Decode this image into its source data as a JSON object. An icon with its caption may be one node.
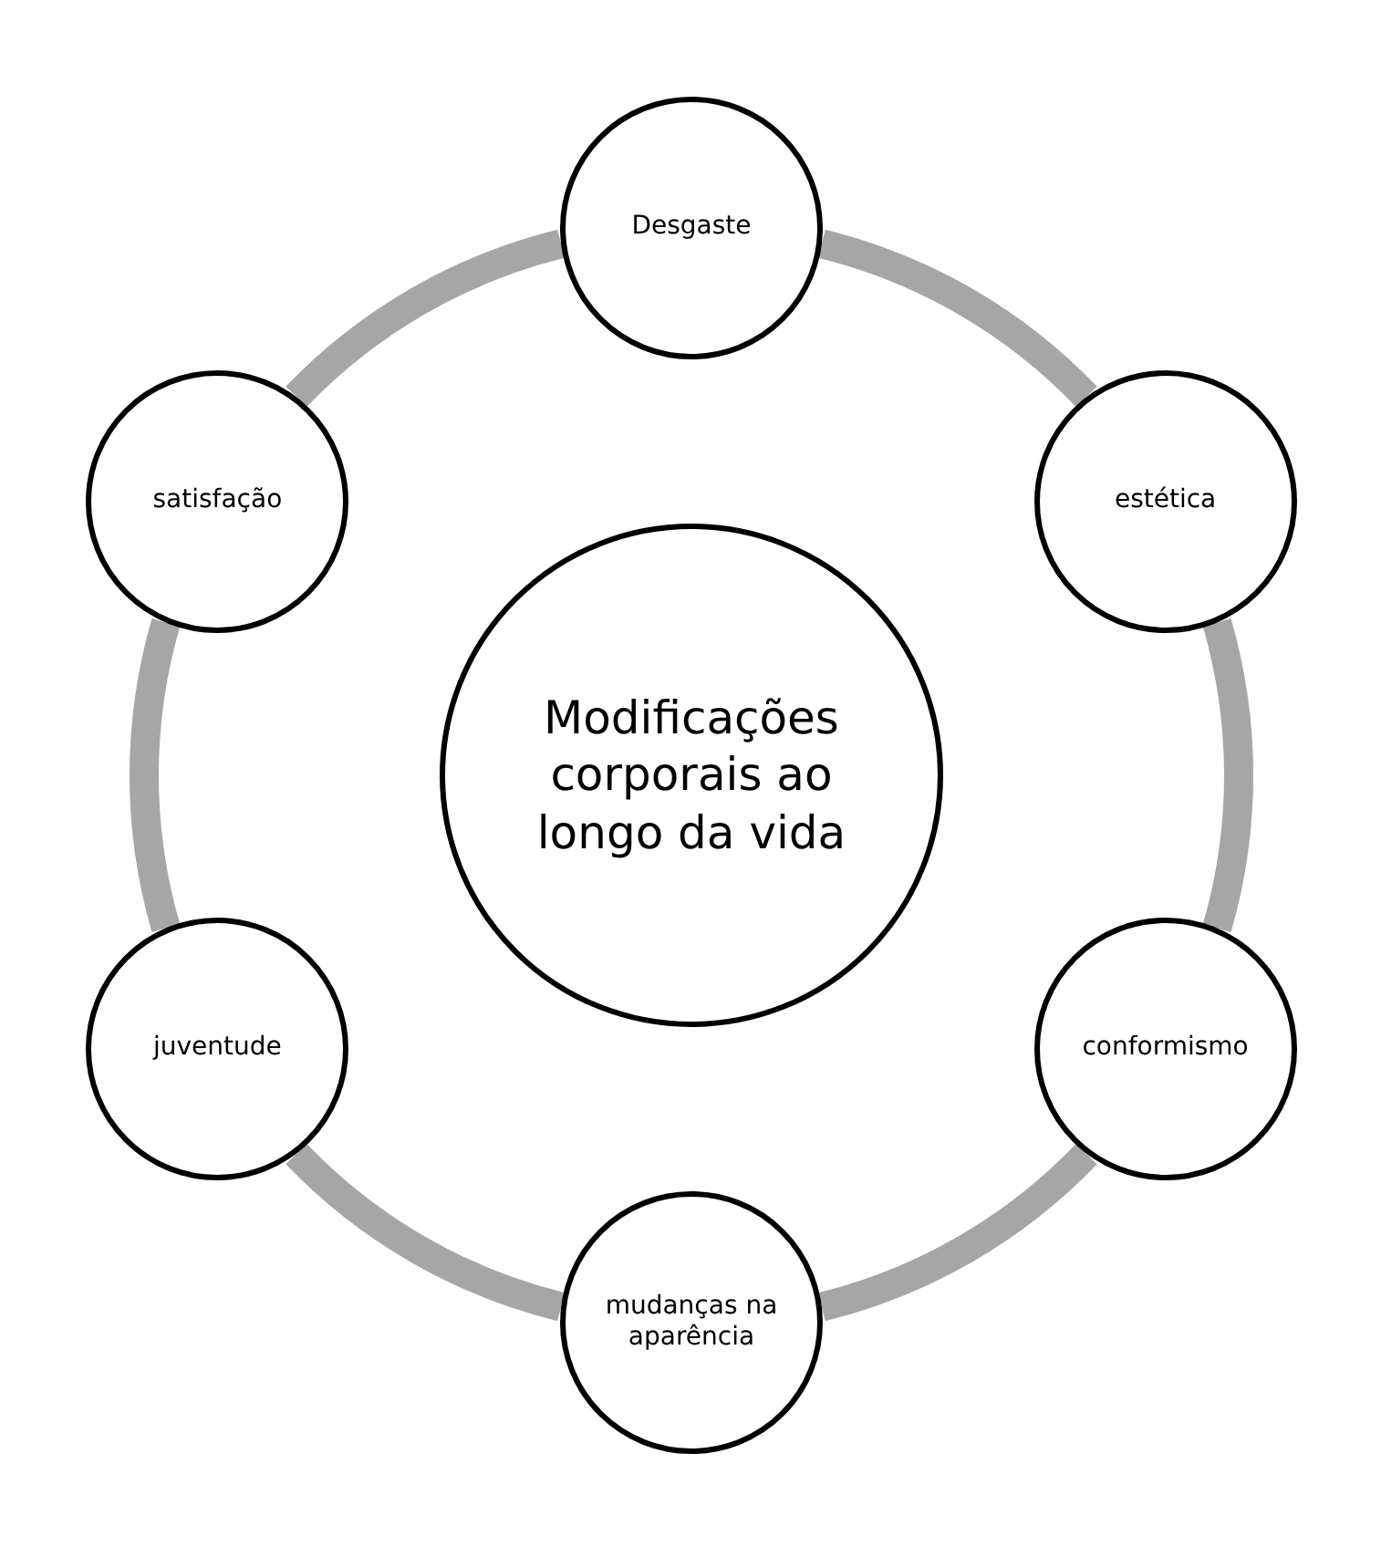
{
  "diagram": {
    "nodes": [
      {
        "text": [
          "Modificações corporais ao longo da vida"
        ]
      },
      {
        "text": [
          "Desgaste"
        ]
      },
      {
        "text": [
          "estética"
        ]
      },
      {
        "text": [
          "conformismo"
        ]
      },
      {
        "text": [
          "mudanças na aparência"
        ]
      },
      {
        "text": [
          "juventude"
        ]
      },
      {
        "text": [
          "satisfação"
        ]
      }
    ],
    "edges": [
      {
        "from": 1,
        "to": 2,
        "arrow": "none"
      },
      {
        "from": 2,
        "to": 3,
        "arrow": "none"
      },
      {
        "from": 3,
        "to": 4,
        "arrow": "none"
      },
      {
        "from": 4,
        "to": 5,
        "arrow": "none"
      },
      {
        "from": 5,
        "to": 6,
        "arrow": "none"
      },
      {
        "from": 6,
        "to": 1,
        "arrow": "none"
      }
    ]
  }
}
